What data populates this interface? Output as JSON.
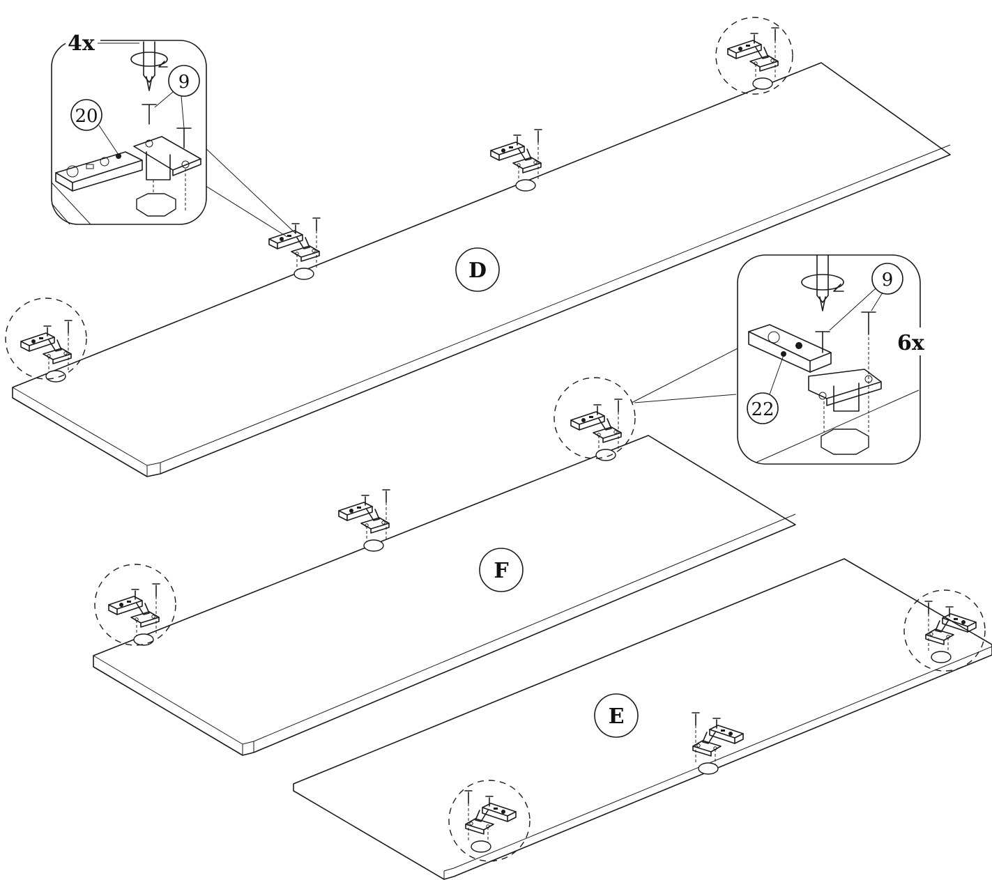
{
  "panels": {
    "d": {
      "label": "D"
    },
    "f": {
      "label": "F"
    },
    "e": {
      "label": "E"
    }
  },
  "inset_top_left": {
    "quantity": "4x",
    "screw_part": "9",
    "hinge_part": "20"
  },
  "inset_right": {
    "quantity": "6x",
    "screw_part": "9",
    "hinge_part": "22"
  }
}
